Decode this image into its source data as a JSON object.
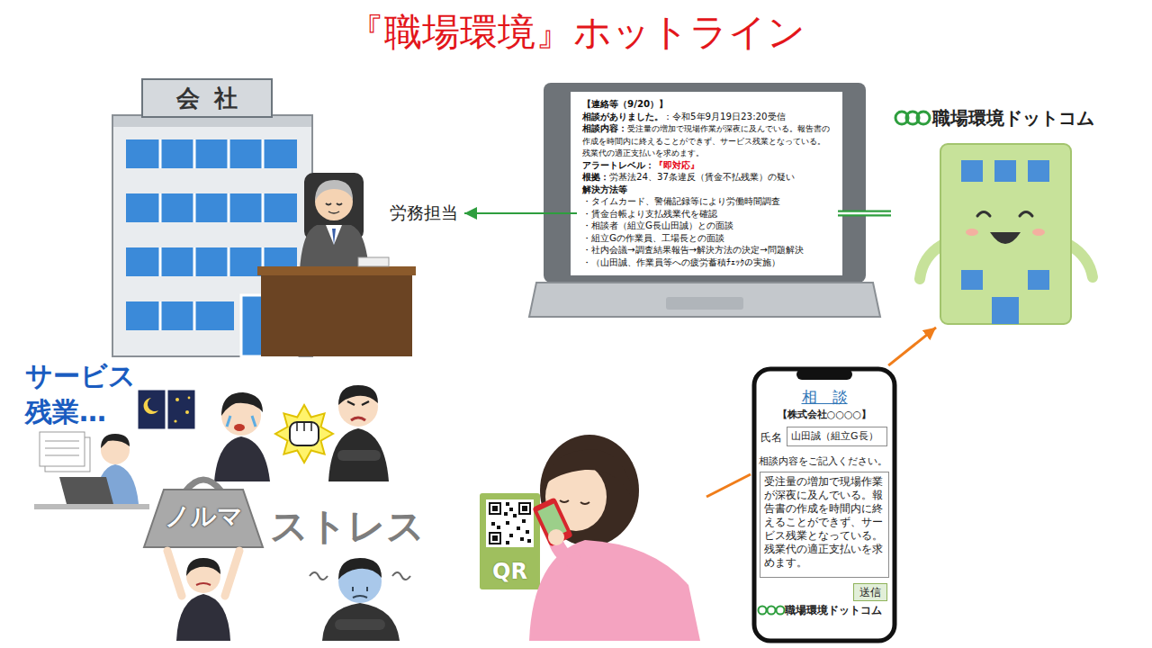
{
  "diagram": {
    "title": "『職場環境』ホットライン",
    "nodes": [
      {
        "text": [
          "会社"
        ]
      },
      {
        "text": [
          "労務担当"
        ]
      },
      {
        "text": [
          "【連絡等（9/20）】",
          "相談がありました。",
          "：令和5年9月19日23:20受信",
          "相談内容：",
          "受注量の増加で現場作業が深夜に及んでいる。報告書の作成を時間内に終えることができず、サービス残業となっている。残業代の適正支払いを求めます。",
          "アラートレベル：",
          "『即対応』",
          "根拠：",
          "労基法24、37条違反（賃金不払残業）の疑い",
          "解決方法等",
          "・タイムカード、警備記録等により労働時間調査",
          "・賃金台帳より支払残業代を確認",
          "・相談者（組立G長山田誠）との面談",
          "・組立Gの作業員、工場長との面談",
          "・社内会議→調査結果報告→解決方法の決定→問題解決",
          "・（山田誠、作業員等への疲労蓄積ﾁｪｯｸの実施）"
        ]
      },
      {
        "text": [
          "職場環境ドットコム"
        ]
      },
      {
        "text": [
          "QR"
        ]
      },
      {
        "text": [
          "相　談",
          "【株式会社○○○○】",
          "氏名",
          "相談内容をご記入ください。",
          "職場環境ドットコム"
        ]
      },
      {
        "text": [
          "山田誠（組立G長）"
        ],
        "in": 5
      },
      {
        "text": [
          "受注量の増加で現場作業が深夜に及んでいる。報告書の作成を時間内に終えることができず、サービス残業となっている。残業代の適正支払いを求めます。"
        ],
        "in": 5
      },
      {
        "text": [
          "送信"
        ],
        "in": 5
      }
    ],
    "edges": [
      {
        "from": 2,
        "to": 1,
        "arrow": "to"
      },
      {
        "from": 2,
        "to": 3,
        "arrow": "none"
      },
      {
        "from": 5,
        "to": 3,
        "arrow": "to"
      }
    ],
    "labels": [
      "サービス 残業…",
      "ノルマ",
      "ストレス"
    ]
  }
}
